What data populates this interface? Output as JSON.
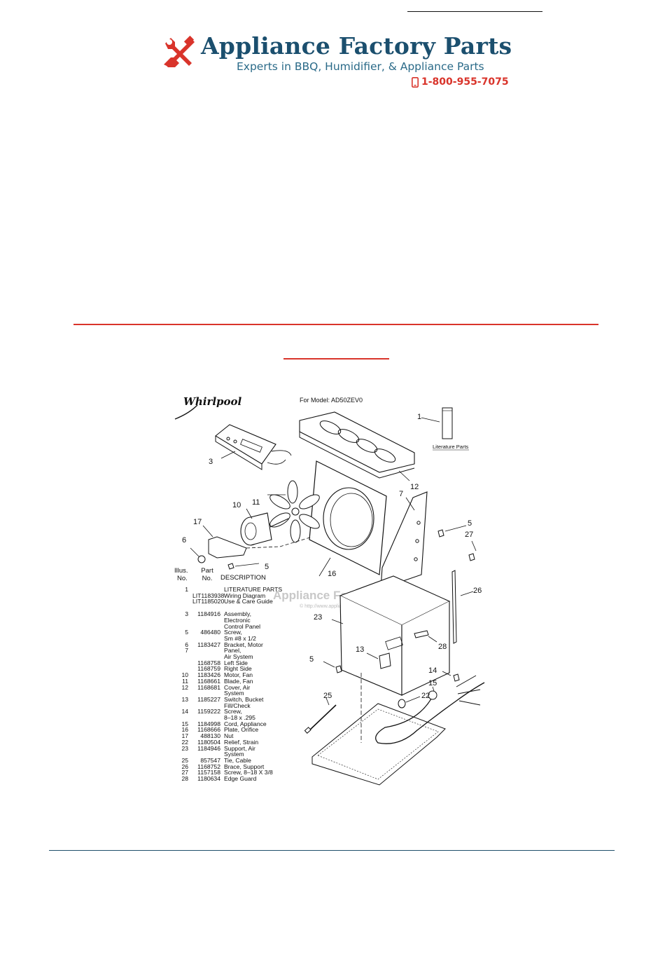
{
  "header": {
    "brand_name": "Appliance Factory Parts",
    "tagline": "Experts in BBQ, Humidifier, & Appliance Parts",
    "phone": "1-800-955-7075",
    "logo_icon": "wrench-screwdriver-icon",
    "phone_icon": "mobile-phone-icon",
    "colors": {
      "brand": "#1b4f6e",
      "tagline": "#2a6a88",
      "accent": "#d9342b",
      "footer_rule": "#1f4f6b"
    }
  },
  "diagram": {
    "brand_mark": "Whirlpool",
    "model_line": "For Model: AD50ZEV0",
    "literature_label": "Literature Parts",
    "watermark": "Appliance Factory Parts",
    "watermark_url": "© http://www.appliancefactoryparts.com",
    "callouts": [
      "1",
      "12",
      "3",
      "7",
      "10",
      "11",
      "17",
      "5",
      "27",
      "6",
      "5",
      "16",
      "26",
      "23",
      "28",
      "13",
      "5",
      "14",
      "15",
      "25",
      "22"
    ]
  },
  "parts_table": {
    "headers": {
      "illus_1": "Illus.",
      "illus_2": "No.",
      "part_1": "Part",
      "part_2": "No.",
      "description": "DESCRIPTION"
    },
    "rows": [
      {
        "no": "1",
        "part": "",
        "desc": "LITERATURE PARTS"
      },
      {
        "no": "",
        "part": "LIT1183938",
        "desc": "Wiring Diagram"
      },
      {
        "no": "",
        "part": "LIT1185020",
        "desc": "Use & Care Guide"
      },
      {
        "no": "3",
        "part": "1184916",
        "desc": "Assembly,"
      },
      {
        "no": "",
        "part": "",
        "desc": "Electronic"
      },
      {
        "no": "",
        "part": "",
        "desc": "Control Panel"
      },
      {
        "no": "5",
        "part": "486480",
        "desc": "Screw,"
      },
      {
        "no": "",
        "part": "",
        "desc": "Sm #8 x 1/2"
      },
      {
        "no": "6",
        "part": "1183427",
        "desc": "Bracket, Motor"
      },
      {
        "no": "7",
        "part": "",
        "desc": "Panel,"
      },
      {
        "no": "",
        "part": "",
        "desc": "Air System"
      },
      {
        "no": "",
        "part": "1168758",
        "desc": "Left Side"
      },
      {
        "no": "",
        "part": "1168759",
        "desc": "Right Side"
      },
      {
        "no": "10",
        "part": "1183426",
        "desc": "Motor, Fan"
      },
      {
        "no": "11",
        "part": "1168661",
        "desc": "Blade, Fan"
      },
      {
        "no": "12",
        "part": "1168681",
        "desc": "Cover, Air"
      },
      {
        "no": "",
        "part": "",
        "desc": "System"
      },
      {
        "no": "13",
        "part": "1185227",
        "desc": "Switch, Bucket"
      },
      {
        "no": "",
        "part": "",
        "desc": "Fill/Check"
      },
      {
        "no": "14",
        "part": "1159222",
        "desc": "Screw,"
      },
      {
        "no": "",
        "part": "",
        "desc": "8–18 x .295"
      },
      {
        "no": "15",
        "part": "1184998",
        "desc": "Cord, Appliance"
      },
      {
        "no": "16",
        "part": "1168666",
        "desc": "Plate, Orifice"
      },
      {
        "no": "17",
        "part": "488130",
        "desc": "Nut"
      },
      {
        "no": "22",
        "part": "1180504",
        "desc": "Relief, Strain"
      },
      {
        "no": "23",
        "part": "1184946",
        "desc": "Support, Air"
      },
      {
        "no": "",
        "part": "",
        "desc": "System"
      },
      {
        "no": "25",
        "part": "857547",
        "desc": "Tie, Cable"
      },
      {
        "no": "26",
        "part": "1168752",
        "desc": "Brace, Support"
      },
      {
        "no": "27",
        "part": "1157158",
        "desc": "Screw, 8–18 X 3/8"
      },
      {
        "no": "28",
        "part": "1180634",
        "desc": "Edge Guard"
      }
    ]
  }
}
